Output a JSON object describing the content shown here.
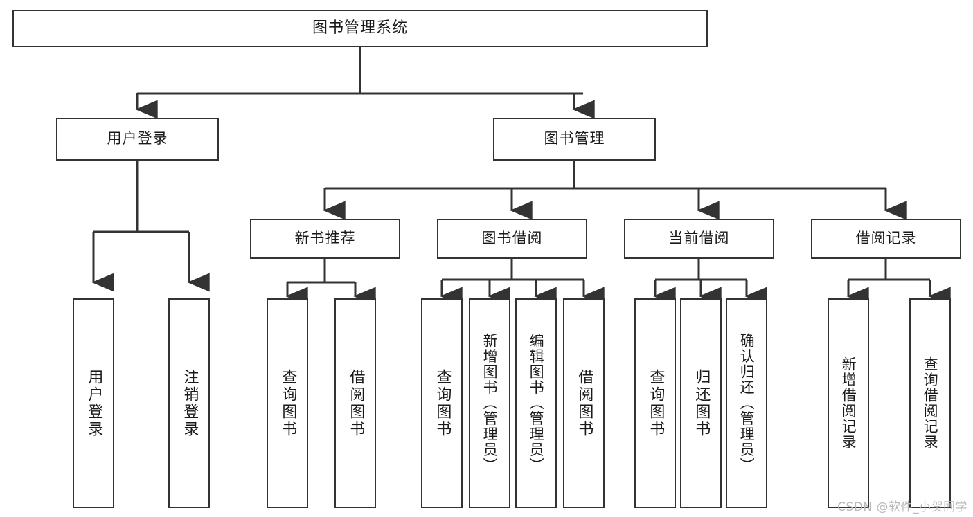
{
  "diagram": {
    "title": "图书管理系统",
    "type": "tree",
    "background": "#ffffff",
    "stroke_color": "#333333",
    "text_color": "#1a1a1a"
  },
  "nodes": {
    "root": {
      "label": "图书管理系统"
    },
    "level2": [
      {
        "label": "用户登录"
      },
      {
        "label": "图书管理"
      }
    ],
    "level3": [
      {
        "label": "新书推荐"
      },
      {
        "label": "图书借阅"
      },
      {
        "label": "当前借阅"
      },
      {
        "label": "借阅记录"
      }
    ],
    "leaves_user_login": [
      {
        "label": "用户登录"
      },
      {
        "label": "注销登录"
      }
    ],
    "leaves_new_book": [
      {
        "label": "查询图书"
      },
      {
        "label": "借阅图书"
      }
    ],
    "leaves_borrow": [
      {
        "label": "查询图书"
      },
      {
        "label": "新增图书（管理员）"
      },
      {
        "label": "编辑图书（管理员）"
      },
      {
        "label": "借阅图书"
      }
    ],
    "leaves_current": [
      {
        "label": "查询图书"
      },
      {
        "label": "归还图书"
      },
      {
        "label": "确认归还（管理员）"
      }
    ],
    "leaves_records": [
      {
        "label": "新增借阅记录"
      },
      {
        "label": "查询借阅记录"
      }
    ]
  },
  "watermark": {
    "text": "CSDN @软件_小贺同学",
    "color": "#b9b9b9"
  }
}
